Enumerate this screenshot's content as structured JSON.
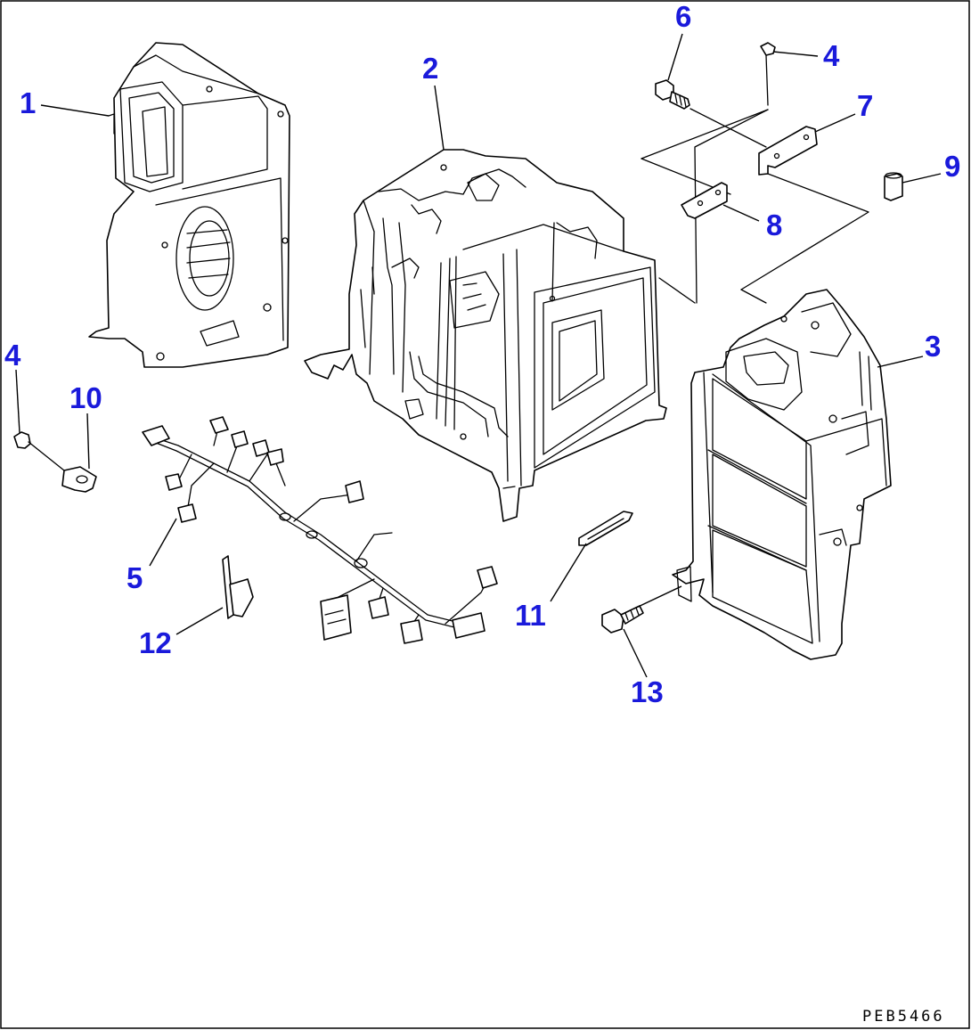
{
  "diagram": {
    "drawing_code": "PEB5466",
    "accent_color": "#1a1adb",
    "callouts": [
      "1",
      "2",
      "3",
      "4",
      "4",
      "5",
      "6",
      "7",
      "8",
      "9",
      "10",
      "11",
      "12",
      "13"
    ]
  }
}
